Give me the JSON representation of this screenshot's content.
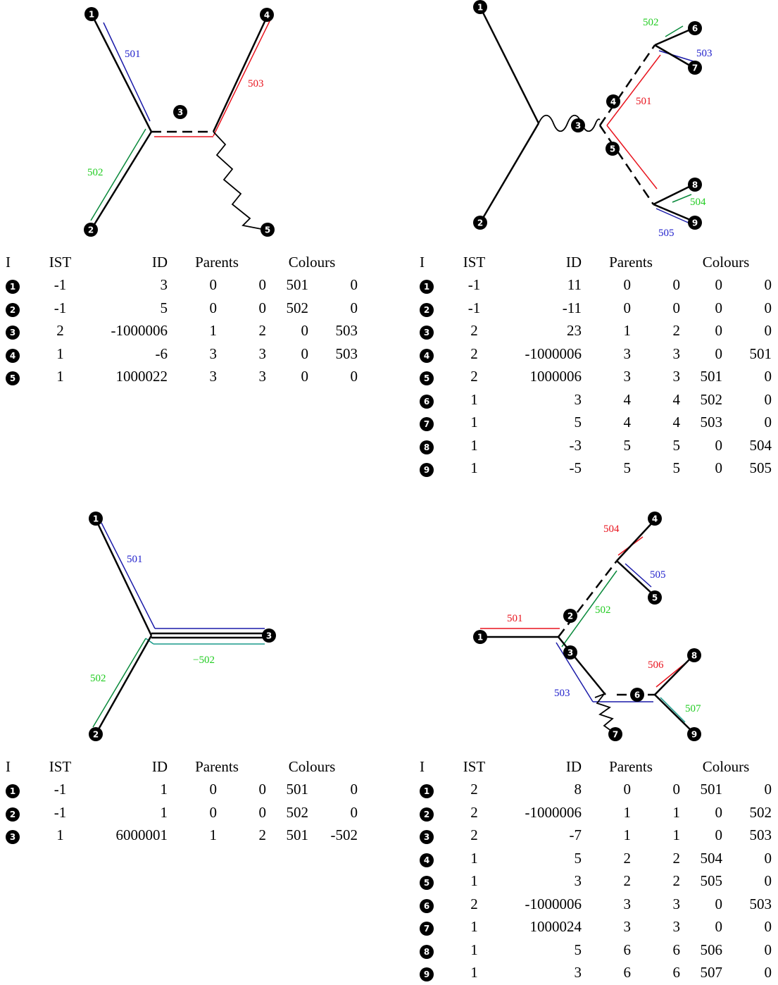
{
  "colors": {
    "line": "#000000",
    "blue": "#1a1aa8",
    "red": "#e8141e",
    "green": "#0a8a3c",
    "teal": "#1a9a8a",
    "label_green": "#22cc22",
    "label_blue": "#2222cc",
    "label_red": "#e8141e"
  },
  "node_icon": "black-circle-numbered",
  "tables": [
    {
      "headers": {
        "i": "I",
        "ist": "IST",
        "id": "ID",
        "parents": "Parents",
        "colours": "Colours"
      },
      "rows": [
        {
          "i": "1",
          "ist": "-1",
          "id": "3",
          "p1": "0",
          "p2": "0",
          "c1": "501",
          "c2": "0"
        },
        {
          "i": "2",
          "ist": "-1",
          "id": "5",
          "p1": "0",
          "p2": "0",
          "c1": "502",
          "c2": "0"
        },
        {
          "i": "3",
          "ist": "2",
          "id": "-1000006",
          "p1": "1",
          "p2": "2",
          "c1": "0",
          "c2": "503"
        },
        {
          "i": "4",
          "ist": "1",
          "id": "-6",
          "p1": "3",
          "p2": "3",
          "c1": "0",
          "c2": "503"
        },
        {
          "i": "5",
          "ist": "1",
          "id": "1000022",
          "p1": "3",
          "p2": "3",
          "c1": "0",
          "c2": "0"
        }
      ]
    },
    {
      "headers": {
        "i": "I",
        "ist": "IST",
        "id": "ID",
        "parents": "Parents",
        "colours": "Colours"
      },
      "rows": [
        {
          "i": "1",
          "ist": "-1",
          "id": "11",
          "p1": "0",
          "p2": "0",
          "c1": "0",
          "c2": "0"
        },
        {
          "i": "2",
          "ist": "-1",
          "id": "-11",
          "p1": "0",
          "p2": "0",
          "c1": "0",
          "c2": "0"
        },
        {
          "i": "3",
          "ist": "2",
          "id": "23",
          "p1": "1",
          "p2": "2",
          "c1": "0",
          "c2": "0"
        },
        {
          "i": "4",
          "ist": "2",
          "id": "-1000006",
          "p1": "3",
          "p2": "3",
          "c1": "0",
          "c2": "501"
        },
        {
          "i": "5",
          "ist": "2",
          "id": "1000006",
          "p1": "3",
          "p2": "3",
          "c1": "501",
          "c2": "0"
        },
        {
          "i": "6",
          "ist": "1",
          "id": "3",
          "p1": "4",
          "p2": "4",
          "c1": "502",
          "c2": "0"
        },
        {
          "i": "7",
          "ist": "1",
          "id": "5",
          "p1": "4",
          "p2": "4",
          "c1": "503",
          "c2": "0"
        },
        {
          "i": "8",
          "ist": "1",
          "id": "-3",
          "p1": "5",
          "p2": "5",
          "c1": "0",
          "c2": "504"
        },
        {
          "i": "9",
          "ist": "1",
          "id": "-5",
          "p1": "5",
          "p2": "5",
          "c1": "0",
          "c2": "505"
        }
      ]
    },
    {
      "headers": {
        "i": "I",
        "ist": "IST",
        "id": "ID",
        "parents": "Parents",
        "colours": "Colours"
      },
      "rows": [
        {
          "i": "1",
          "ist": "-1",
          "id": "1",
          "p1": "0",
          "p2": "0",
          "c1": "501",
          "c2": "0"
        },
        {
          "i": "2",
          "ist": "-1",
          "id": "1",
          "p1": "0",
          "p2": "0",
          "c1": "502",
          "c2": "0"
        },
        {
          "i": "3",
          "ist": "1",
          "id": "6000001",
          "p1": "1",
          "p2": "2",
          "c1": "501",
          "c2": "-502"
        }
      ]
    },
    {
      "headers": {
        "i": "I",
        "ist": "IST",
        "id": "ID",
        "parents": "Parents",
        "colours": "Colours"
      },
      "rows": [
        {
          "i": "1",
          "ist": "2",
          "id": "8",
          "p1": "0",
          "p2": "0",
          "c1": "501",
          "c2": "0"
        },
        {
          "i": "2",
          "ist": "2",
          "id": "-1000006",
          "p1": "1",
          "p2": "1",
          "c1": "0",
          "c2": "502"
        },
        {
          "i": "3",
          "ist": "2",
          "id": "-7",
          "p1": "1",
          "p2": "1",
          "c1": "0",
          "c2": "503"
        },
        {
          "i": "4",
          "ist": "1",
          "id": "5",
          "p1": "2",
          "p2": "2",
          "c1": "504",
          "c2": "0"
        },
        {
          "i": "5",
          "ist": "1",
          "id": "3",
          "p1": "2",
          "p2": "2",
          "c1": "505",
          "c2": "0"
        },
        {
          "i": "6",
          "ist": "2",
          "id": "-1000006",
          "p1": "3",
          "p2": "3",
          "c1": "0",
          "c2": "503"
        },
        {
          "i": "7",
          "ist": "1",
          "id": "1000024",
          "p1": "3",
          "p2": "3",
          "c1": "0",
          "c2": "0"
        },
        {
          "i": "8",
          "ist": "1",
          "id": "5",
          "p1": "6",
          "p2": "6",
          "c1": "506",
          "c2": "0"
        },
        {
          "i": "9",
          "ist": "1",
          "id": "3",
          "p1": "6",
          "p2": "6",
          "c1": "507",
          "c2": "0"
        }
      ]
    }
  ],
  "diagrams": [
    {
      "nodes": [
        "1",
        "2",
        "3",
        "4",
        "5"
      ],
      "labels": [
        "501",
        "502",
        "503"
      ]
    },
    {
      "nodes": [
        "1",
        "2",
        "3",
        "4",
        "5",
        "6",
        "7",
        "8",
        "9"
      ],
      "labels": [
        "501",
        "502",
        "503",
        "504",
        "505"
      ]
    },
    {
      "nodes": [
        "1",
        "2",
        "3"
      ],
      "labels": [
        "501",
        "502",
        "−502"
      ]
    },
    {
      "nodes": [
        "1",
        "2",
        "3",
        "4",
        "5",
        "6",
        "7",
        "8",
        "9"
      ],
      "labels": [
        "501",
        "502",
        "503",
        "504",
        "505",
        "506",
        "507"
      ]
    }
  ]
}
